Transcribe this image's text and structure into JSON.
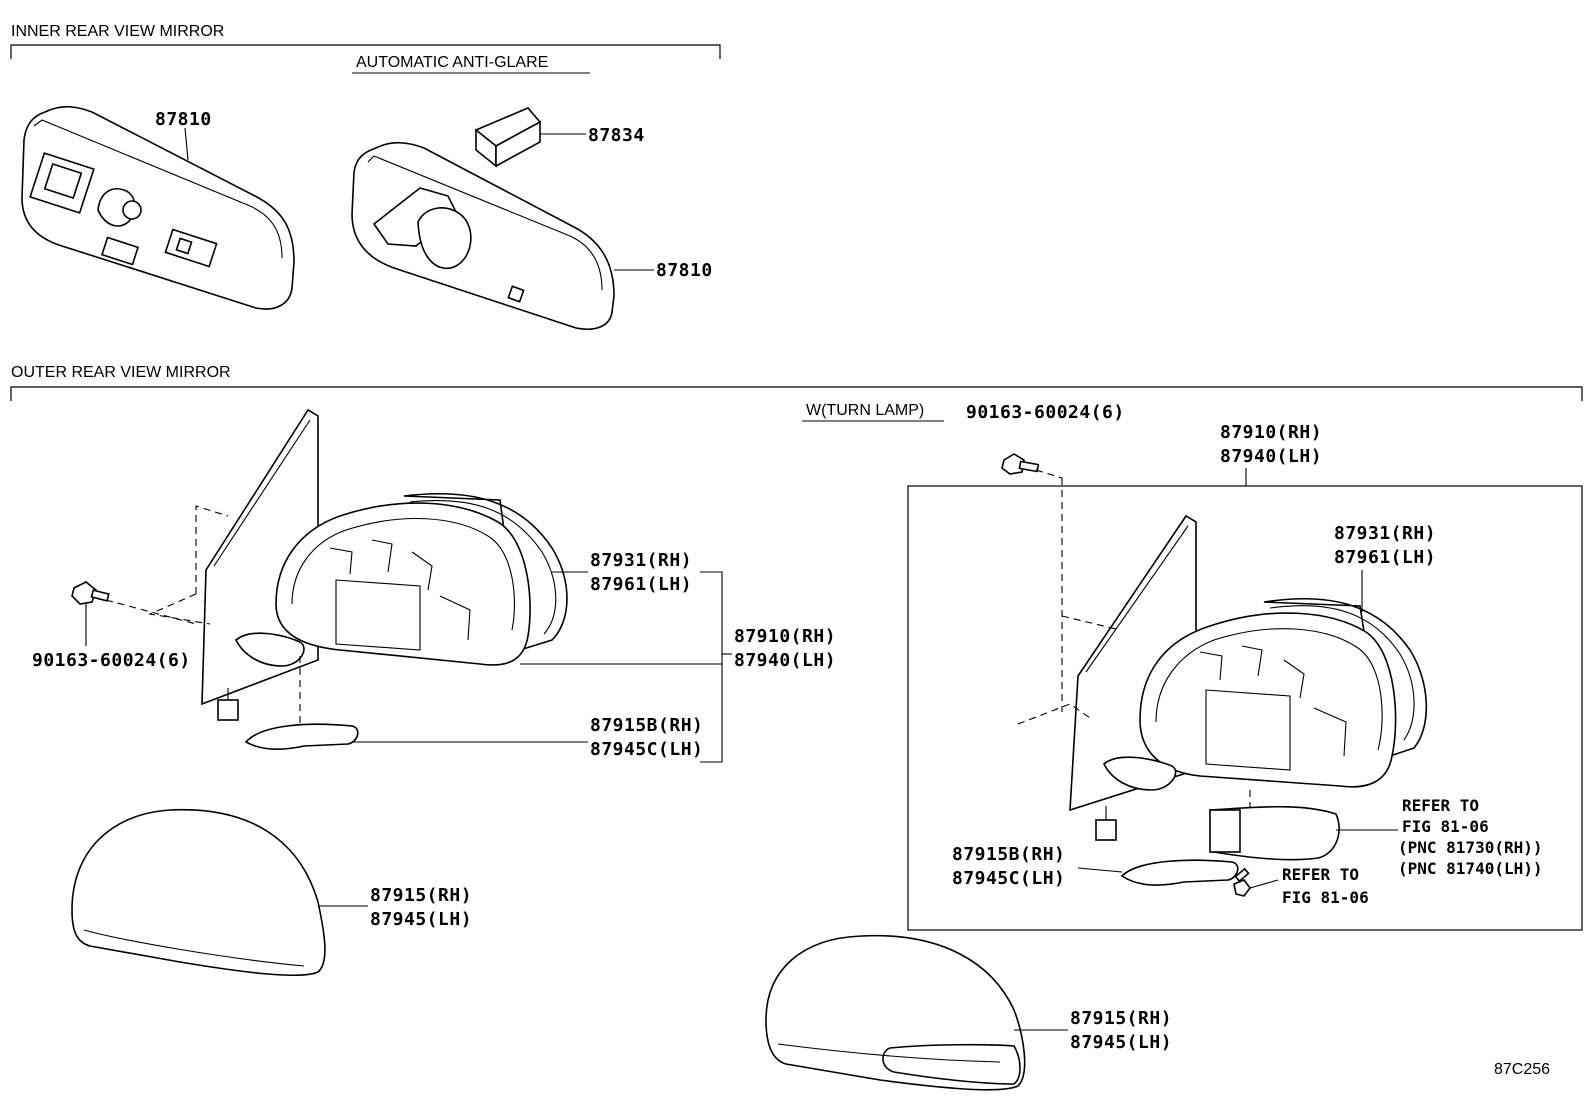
{
  "sections": {
    "inner": {
      "title": "INNER REAR VIEW MIRROR",
      "subtitle": "AUTOMATIC ANTI-GLARE",
      "labels": {
        "mirror_left": "87810",
        "clip": "87834",
        "mirror_right": "87810"
      }
    },
    "outer": {
      "title": "OUTER REAR VIEW MIRROR",
      "subtitle": "W(TURN LAMP)",
      "left": {
        "screw": "90163-60024(6)",
        "glass_rh": "87931(RH)",
        "glass_lh": "87961(LH)",
        "assy_rh": "87910(RH)",
        "assy_lh": "87940(LH)",
        "lamp_cover_rh": "87915B(RH)",
        "lamp_cover_lh": "87945C(LH)",
        "cover_rh": "87915(RH)",
        "cover_lh": "87945(LH)"
      },
      "right": {
        "screw": "90163-60024(6)",
        "assy_rh": "87910(RH)",
        "assy_lh": "87940(LH)",
        "glass_rh": "87931(RH)",
        "glass_lh": "87961(LH)",
        "lamp_cover_rh": "87915B(RH)",
        "lamp_cover_lh": "87945C(LH)",
        "refer1_l1": "REFER TO",
        "refer1_l2": "FIG 81-06",
        "refer1_l3": "(PNC 81730(RH))",
        "refer1_l4": "(PNC 81740(LH))",
        "refer2_l1": "REFER TO",
        "refer2_l2": "FIG 81-06",
        "cover_rh": "87915(RH)",
        "cover_lh": "87945(LH)"
      }
    }
  },
  "figure_code": "87C256"
}
